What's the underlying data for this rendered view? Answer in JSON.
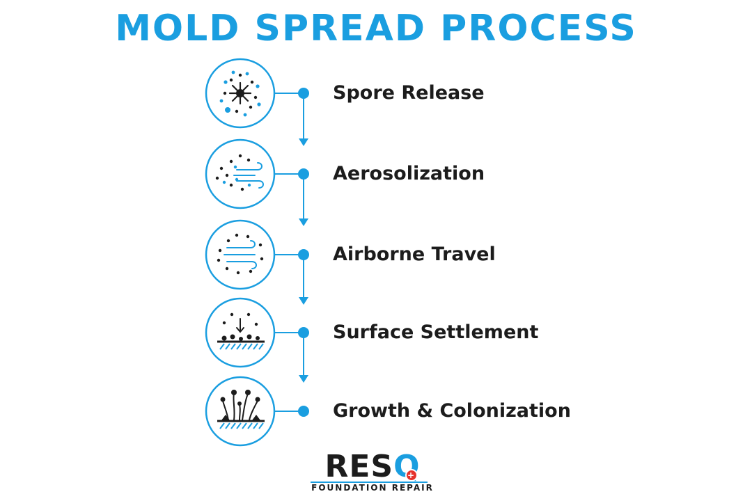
{
  "title": "MOLD SPREAD PROCESS",
  "colors": {
    "accent": "#1a9ee0",
    "dark": "#1c1c1c",
    "logo_red": "#e5322d",
    "background": "#ffffff"
  },
  "steps": [
    {
      "label": "Spore Release",
      "icon": "spore-burst-icon"
    },
    {
      "label": "Aerosolization",
      "icon": "spores-wind-icon"
    },
    {
      "label": "Airborne Travel",
      "icon": "airflow-spores-icon"
    },
    {
      "label": "Surface Settlement",
      "icon": "spores-settling-icon"
    },
    {
      "label": "Growth & Colonization",
      "icon": "mold-growth-icon"
    }
  ],
  "logo": {
    "wordmark_start": "RES",
    "wordmark_q": "Q",
    "plus": "+",
    "tagline": "FOUNDATION REPAIR"
  }
}
